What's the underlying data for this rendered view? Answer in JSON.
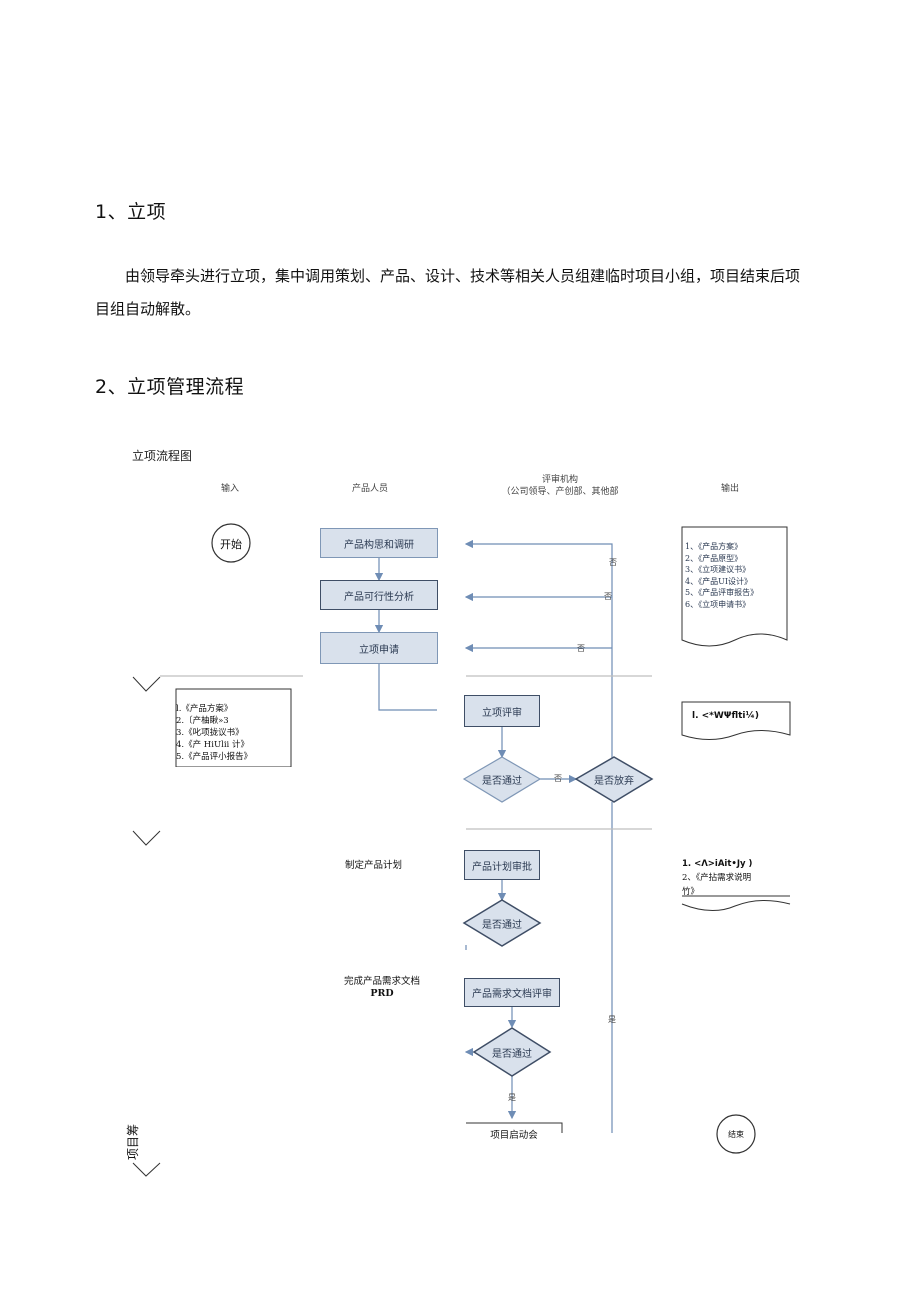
{
  "sections": {
    "s1_title": "1、立项",
    "s1_para_line1": "由领导牵头进行立项，集中调用策划、产品、设计、技术等相关人员组建临时项目小组，项目结束后项",
    "s1_para_line2": "目组自动解散。",
    "s2_title": "2、立项管理流程"
  },
  "flow": {
    "title": "立项流程图",
    "col_input": "输入",
    "col_product": "产品人员",
    "col_review_line1": "评审机构",
    "col_review_line2": "（公司领导、产创部、其他部",
    "col_output": "输出",
    "start": "开始",
    "end": "结束",
    "steps": {
      "research": "产品构思和调研",
      "feasibility": "产品可行性分析",
      "apply": "立项申请",
      "review": "立项评审",
      "pass1": "是否通过",
      "abandon": "是否放弃",
      "plan_label": "制定产品计划",
      "plan_review": "产品计划审批",
      "pass2": "是否通过",
      "prd_label_line1": "完成产品需求文档",
      "prd_label_line2": "PRD",
      "prd_review": "产品需求文档评审",
      "pass3": "是否通过",
      "kickoff": "项目启动会"
    },
    "edge_labels": {
      "no1": "否",
      "no2": "否",
      "no3": "否",
      "no4": "否",
      "yes1": "是",
      "yes2": "是"
    },
    "output_docs": [
      "1、《产品方案》",
      "2、《产品原型》",
      "3、《立项建议书》",
      "4、《产品UI设计》",
      "5、《产品评审报告》",
      "6、《立项申请书》"
    ],
    "input_docs": [
      "l.《产品方案》",
      "2.〔产柚瞅»3",
      "3.《叱项拢议书》",
      "4.《产 HiUlii 计》",
      "5.《产品评小报告》"
    ],
    "output_doc2": "l. <*WΨflti¼)",
    "output_doc3_line1": "1. <Λ>iAit•Jy )",
    "output_doc3_line2": "2、《产拈需求说明",
    "output_doc3_line3": "竹》",
    "lane_label": "项目筹"
  },
  "colors": {
    "box_fill": "#d9e1ec",
    "box_border": "#7f97b6",
    "line": "#6f8db5"
  }
}
